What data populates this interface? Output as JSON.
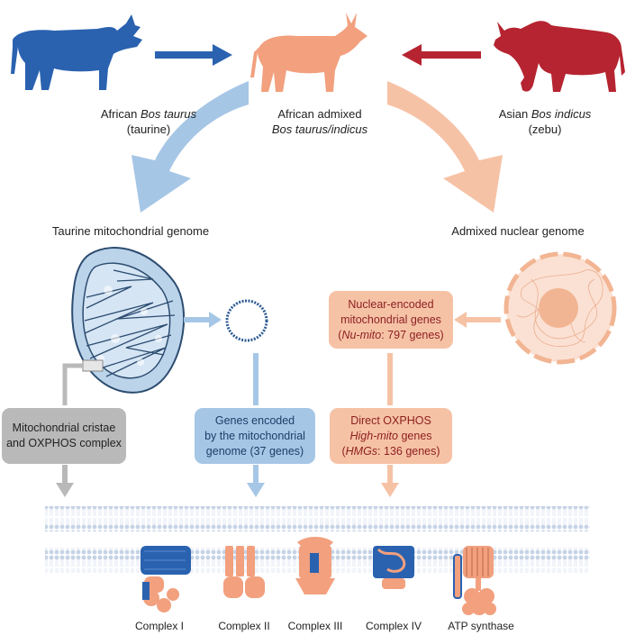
{
  "colors": {
    "taurine": "#2a62b0",
    "admixed": "#f2a07e",
    "zebu": "#b52430",
    "light_blue": "#a6c6e6",
    "light_pink": "#f6c2a6",
    "grey": "#b9b9b9"
  },
  "animals": {
    "taurine": {
      "line1_plain": "African ",
      "line1_italic": "Bos taurus",
      "line2": "(taurine)"
    },
    "admixed": {
      "line1": "African admixed",
      "line2_italic": "Bos taurus/indicus"
    },
    "zebu": {
      "line1_plain": "Asian ",
      "line1_italic": "Bos indicus",
      "line2": "(zebu)"
    }
  },
  "genomes": {
    "mito": "Taurine mitochondrial genome",
    "nuclear": "Admixed nuclear genome"
  },
  "boxes": {
    "cristae": {
      "line1": "Mitochondrial cristae",
      "line2": "and OXPHOS complex"
    },
    "mt_genes": {
      "line1": "Genes encoded",
      "line2": "by the mitochondrial",
      "line3": "genome (37 genes)"
    },
    "nu_mito": {
      "line1": "Nuclear-encoded",
      "line2": "mitochondrial genes",
      "line3_open": "(",
      "line3_italic": "Nu-mito",
      "line3_rest": ": 797 genes)"
    },
    "hmg": {
      "line1": "Direct OXPHOS",
      "line2_italic": "High-mito",
      "line2_rest": " genes",
      "line3_open": "(",
      "line3_italic": "HMGs",
      "line3_rest": ": 136 genes)"
    }
  },
  "complexes": [
    "Complex I",
    "Complex II",
    "Complex III",
    "Complex IV",
    "ATP synthase"
  ]
}
